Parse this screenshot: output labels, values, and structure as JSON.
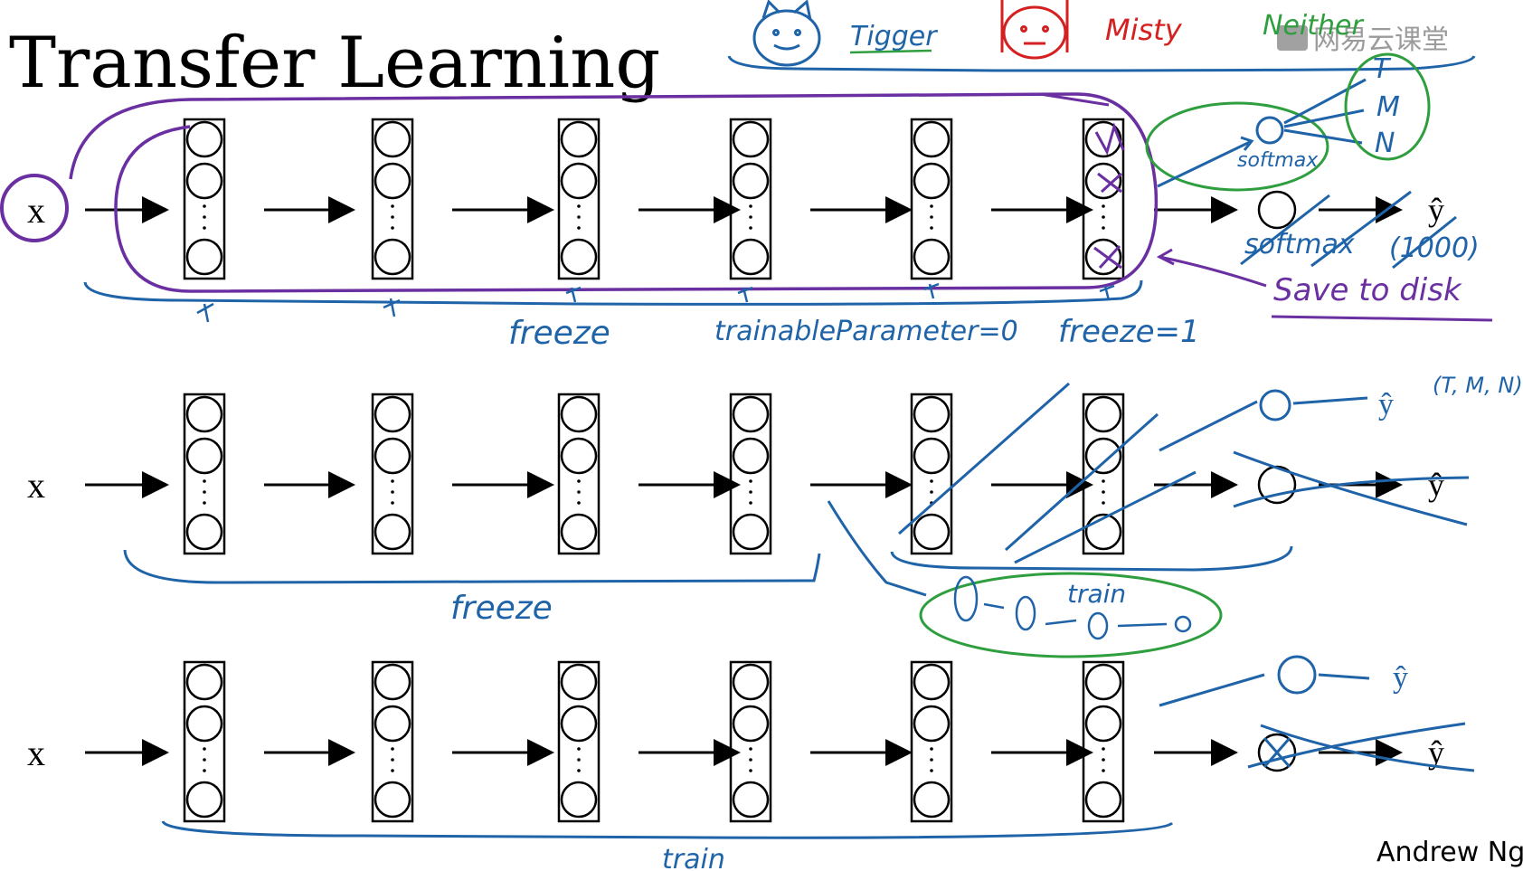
{
  "title": "Transfer Learning",
  "watermark": {
    "text": "网易云课堂"
  },
  "author": "Andrew Ng",
  "input_label": "x",
  "output_label": "ŷ",
  "class_header": {
    "tigger_label": "Tigger",
    "misty_label": "Misty",
    "neither_label": "Neither"
  },
  "rows": [
    {
      "id": "row1",
      "annotations": {
        "freeze": "freeze",
        "trainable": "trainableParameter=0",
        "freeze_eq": "freeze=1",
        "softmax_new": "softmax",
        "softmax_old": "softmax",
        "class_t": "T",
        "class_m": "M",
        "class_n": "N",
        "out_size": "(1000)",
        "save": "Save to disk"
      }
    },
    {
      "id": "row2",
      "annotations": {
        "freeze": "freeze",
        "train": "train",
        "classes": "(T, M, N)"
      }
    },
    {
      "id": "row3",
      "annotations": {
        "train": "train"
      }
    }
  ],
  "colors": {
    "ink": "#000000",
    "blue": "#1f63a8",
    "purple": "#6a2fa0",
    "green": "#2e9e3e",
    "red": "#d42020",
    "watermark": "#8a8a8a"
  }
}
